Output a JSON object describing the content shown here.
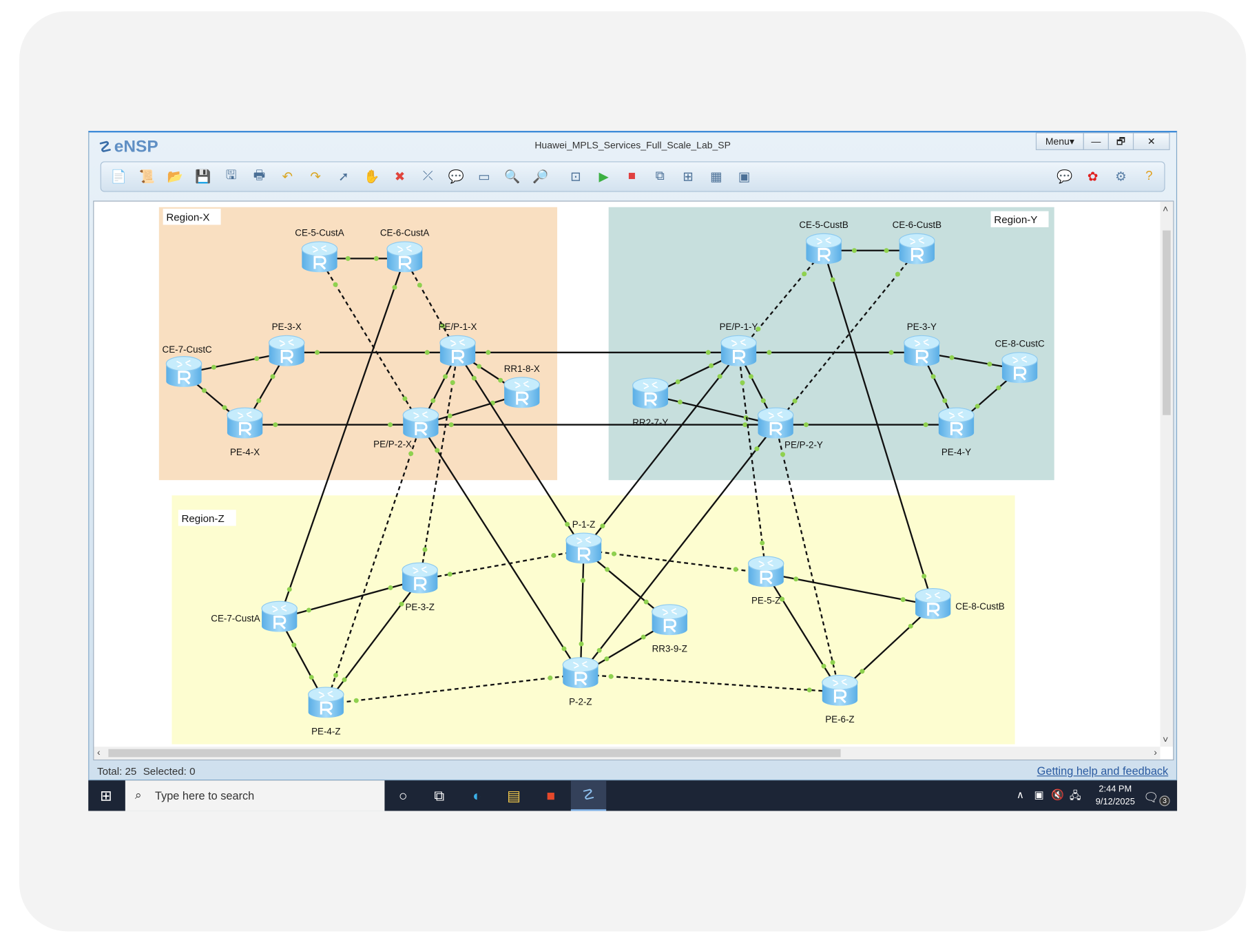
{
  "app": {
    "name": "eNSP",
    "title": "Huawei_MPLS_Services_Full_Scale_Lab_SP"
  },
  "window_controls": {
    "menu": "Menu▾",
    "minimize": "—",
    "restore": "🗗",
    "close": "✕"
  },
  "toolbar": {
    "left": [
      {
        "icon": "new-topology-icon",
        "glyph": "📄"
      },
      {
        "icon": "new-script-icon",
        "glyph": "📜"
      },
      {
        "icon": "open-icon",
        "glyph": "📂"
      },
      {
        "icon": "save-icon",
        "glyph": "💾"
      },
      {
        "icon": "save-as-icon",
        "glyph": "🖫"
      },
      {
        "icon": "print-icon",
        "glyph": "🖶"
      },
      {
        "icon": "undo-icon",
        "glyph": "↶"
      },
      {
        "icon": "redo-icon",
        "glyph": "↷"
      },
      {
        "icon": "select-pointer-icon",
        "glyph": "➚"
      },
      {
        "icon": "pan-hand-icon",
        "glyph": "✋"
      },
      {
        "icon": "delete-icon",
        "glyph": "✖"
      },
      {
        "icon": "delete-link-icon",
        "glyph": "⤫"
      },
      {
        "icon": "text-note-icon",
        "glyph": "💬"
      },
      {
        "icon": "area-icon",
        "glyph": "▭"
      },
      {
        "icon": "zoom-in-icon",
        "glyph": "🔍"
      },
      {
        "icon": "zoom-out-icon",
        "glyph": "🔎"
      },
      {
        "icon": "fit-icon",
        "glyph": "⊡"
      },
      {
        "icon": "start-device-icon",
        "glyph": "▶"
      },
      {
        "icon": "stop-device-icon",
        "glyph": "■"
      },
      {
        "icon": "capture-icon",
        "glyph": "⧉"
      },
      {
        "icon": "topology-icon",
        "glyph": "⊞"
      },
      {
        "icon": "grid-icon",
        "glyph": "▦"
      },
      {
        "icon": "console-icon",
        "glyph": "▣"
      }
    ],
    "right": [
      {
        "icon": "feedback-icon",
        "glyph": "💬"
      },
      {
        "icon": "huawei-icon",
        "glyph": "✿"
      },
      {
        "icon": "settings-icon",
        "glyph": "⚙"
      },
      {
        "icon": "help-icon",
        "glyph": "?"
      }
    ]
  },
  "regions": [
    {
      "id": "x",
      "label": "Region-X",
      "color": "#f9dfc1"
    },
    {
      "id": "y",
      "label": "Region-Y",
      "color": "#c7dfdd"
    },
    {
      "id": "z",
      "label": "Region-Z",
      "color": "#fdfdd0"
    }
  ],
  "devices": [
    {
      "id": "ce5a",
      "name": "CE-5-CustA"
    },
    {
      "id": "ce6a",
      "name": "CE-6-CustA"
    },
    {
      "id": "pe3x",
      "name": "PE-3-X"
    },
    {
      "id": "ce7c",
      "name": "CE-7-CustC"
    },
    {
      "id": "pe4x",
      "name": "PE-4-X"
    },
    {
      "id": "pep1x",
      "name": "PE/P-1-X"
    },
    {
      "id": "rr1",
      "name": "RR1-8-X"
    },
    {
      "id": "pep2x",
      "name": "PE/P-2-X"
    },
    {
      "id": "pep1y",
      "name": "PE/P-1-Y"
    },
    {
      "id": "rr2",
      "name": "RR2-7-Y"
    },
    {
      "id": "pep2y",
      "name": "PE/P-2-Y"
    },
    {
      "id": "ce5b",
      "name": "CE-5-CustB"
    },
    {
      "id": "ce6b",
      "name": "CE-6-CustB"
    },
    {
      "id": "pe3y",
      "name": "PE-3-Y"
    },
    {
      "id": "ce8c",
      "name": "CE-8-CustC"
    },
    {
      "id": "pe4y",
      "name": "PE-4-Y"
    },
    {
      "id": "p1z",
      "name": "P-1-Z"
    },
    {
      "id": "pe3z",
      "name": "PE-3-Z"
    },
    {
      "id": "ce7a",
      "name": "CE-7-CustA"
    },
    {
      "id": "pe4z",
      "name": "PE-4-Z"
    },
    {
      "id": "p2z",
      "name": "P-2-Z"
    },
    {
      "id": "rr3",
      "name": "RR3-9-Z"
    },
    {
      "id": "pe5z",
      "name": "PE-5-Z"
    },
    {
      "id": "ce8b",
      "name": "CE-8-CustB"
    },
    {
      "id": "pe6z",
      "name": "PE-6-Z"
    }
  ],
  "links": [
    [
      "ce5a",
      "ce6a",
      "solid"
    ],
    [
      "ce5a",
      "pep2x",
      "dashed"
    ],
    [
      "ce6a",
      "pep1x",
      "dashed"
    ],
    [
      "ce6a",
      "ce7a",
      "solid"
    ],
    [
      "ce7c",
      "pe3x",
      "solid"
    ],
    [
      "ce7c",
      "pe4x",
      "solid"
    ],
    [
      "pe3x",
      "pe4x",
      "solid"
    ],
    [
      "pe3x",
      "pep1x",
      "solid"
    ],
    [
      "pe4x",
      "pep2x",
      "solid"
    ],
    [
      "pep1x",
      "rr1",
      "solid"
    ],
    [
      "pep2x",
      "rr1",
      "solid"
    ],
    [
      "pep1x",
      "pep2x",
      "solid"
    ],
    [
      "pep1x",
      "pe3z",
      "dashed"
    ],
    [
      "pep1x",
      "p1z",
      "solid"
    ],
    [
      "pep1x",
      "pep1y",
      "solid"
    ],
    [
      "pep2x",
      "pep2y",
      "solid"
    ],
    [
      "pep2x",
      "pe4z",
      "dashed"
    ],
    [
      "pep2x",
      "p2z",
      "solid"
    ],
    [
      "ce5b",
      "ce6b",
      "solid"
    ],
    [
      "ce5b",
      "pep1y",
      "dashed"
    ],
    [
      "ce6b",
      "pep2y",
      "dashed"
    ],
    [
      "ce5b",
      "ce8b",
      "solid"
    ],
    [
      "pep1y",
      "pe3y",
      "solid"
    ],
    [
      "pep1y",
      "rr2",
      "solid"
    ],
    [
      "rr2",
      "pep2y",
      "solid"
    ],
    [
      "pep1y",
      "pep2y",
      "solid"
    ],
    [
      "pep1y",
      "p1z",
      "solid"
    ],
    [
      "pep1y",
      "pe5z",
      "dashed"
    ],
    [
      "pep2y",
      "p2z",
      "solid"
    ],
    [
      "pep2y",
      "pe6z",
      "dashed"
    ],
    [
      "pep2y",
      "pe4y",
      "solid"
    ],
    [
      "pe3y",
      "ce8c",
      "solid"
    ],
    [
      "pe3y",
      "pe4y",
      "solid"
    ],
    [
      "ce8c",
      "pe4y",
      "solid"
    ],
    [
      "p1z",
      "pe3z",
      "dashed"
    ],
    [
      "p1z",
      "pe5z",
      "dashed"
    ],
    [
      "p1z",
      "p2z",
      "solid"
    ],
    [
      "p1z",
      "rr3",
      "solid"
    ],
    [
      "p2z",
      "rr3",
      "solid"
    ],
    [
      "p2z",
      "pe4z",
      "dashed"
    ],
    [
      "p2z",
      "pe6z",
      "dashed"
    ],
    [
      "pe3z",
      "ce7a",
      "solid"
    ],
    [
      "pe3z",
      "pe4z",
      "solid"
    ],
    [
      "ce7a",
      "pe4z",
      "solid"
    ],
    [
      "pe5z",
      "ce8b",
      "solid"
    ],
    [
      "pe5z",
      "pe6z",
      "solid"
    ],
    [
      "ce8b",
      "pe6z",
      "solid"
    ]
  ],
  "status": {
    "total": "Total: 25",
    "selected": "Selected: 0",
    "help_link": "Getting help and feedback"
  },
  "taskbar": {
    "search_placeholder": "Type here to search",
    "time": "2:44 PM",
    "date": "9/12/2025",
    "notifications": "3"
  },
  "colors": {
    "link_dot": "#8fd14f",
    "router": "#7cc4f0"
  }
}
